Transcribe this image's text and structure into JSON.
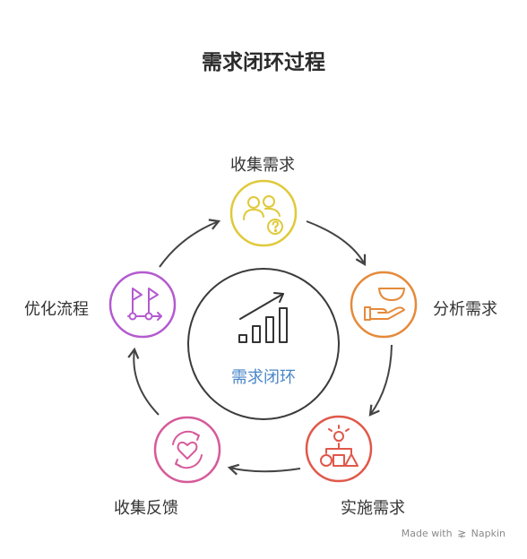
{
  "title": "需求闭环过程",
  "center": {
    "label": "需求闭环",
    "icon": "bar-chart-growth-icon",
    "color": "#4a86c8"
  },
  "stages": [
    {
      "label": "收集需求",
      "icon": "users-question-icon",
      "color": "#e0c93a"
    },
    {
      "label": "分析需求",
      "icon": "bowl-hand-icon",
      "color": "#e58a3a"
    },
    {
      "label": "实施需求",
      "icon": "flowchart-shapes-icon",
      "color": "#e0584a"
    },
    {
      "label": "收集反馈",
      "icon": "heart-refresh-icon",
      "color": "#d65a9a"
    },
    {
      "label": "优化流程",
      "icon": "flags-path-icon",
      "color": "#b45ad0"
    }
  ],
  "footer": {
    "made_with": "Made with",
    "brand": "Napkin"
  }
}
